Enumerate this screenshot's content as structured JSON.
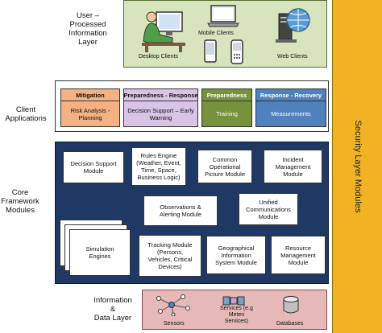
{
  "layers": {
    "user": "User –\nProcessed\nInformation\nLayer",
    "client": "Client\nApplications",
    "core": "Core\nFramework\nModules",
    "data": "Information\n&\nData Layer"
  },
  "security_label": "Security Layer Modules",
  "user_layer": {
    "desktop": "Desktop Clients",
    "mobile": "Mobile Clients",
    "web": "Web Clients"
  },
  "client_apps": [
    {
      "title": "Mitigation",
      "body": "Risk Analysis -\nPlanning",
      "color": "#f4b183"
    },
    {
      "title": "Preparedness - Response",
      "body": "Decision Support – Early\nWarning",
      "color": "#d9c3e6"
    },
    {
      "title": "Preparedness",
      "body": "Training",
      "color": "#76923c"
    },
    {
      "title": "Response - Recovery",
      "body": "Measurements",
      "color": "#4f81bd"
    }
  ],
  "core_modules": {
    "decision_support": "Decision Support\nModule",
    "rules_engine": "Rules Engine\n(Weather, Event,\nTime, Space,\nBusiness Logic)",
    "common_operational": "Common\nOperational\nPicture Module",
    "incident": "Incident\nManagement\nModule",
    "observations": "Observations &\nAlerting Module",
    "unified_comm": "Unified\nCommunications\nModule",
    "simulation": "Simulation\nEngines",
    "tracking": "Tracking Module\n(Persons,\nVehicles, Critical\nDevices)",
    "gis": "Geographical\nInformation\nSystem Module",
    "resource": "Resource\nManagement\nModule"
  },
  "data_layer": {
    "sensors": "Sensors",
    "services": "Services (e.g\nMeteo\nServices)",
    "databases": "Databases"
  },
  "colors": {
    "user_layer_bg": "#d7e4bd",
    "core_bg": "#1f3864",
    "data_layer_bg": "#e6b9b8",
    "security_bg": "#f0b323"
  }
}
